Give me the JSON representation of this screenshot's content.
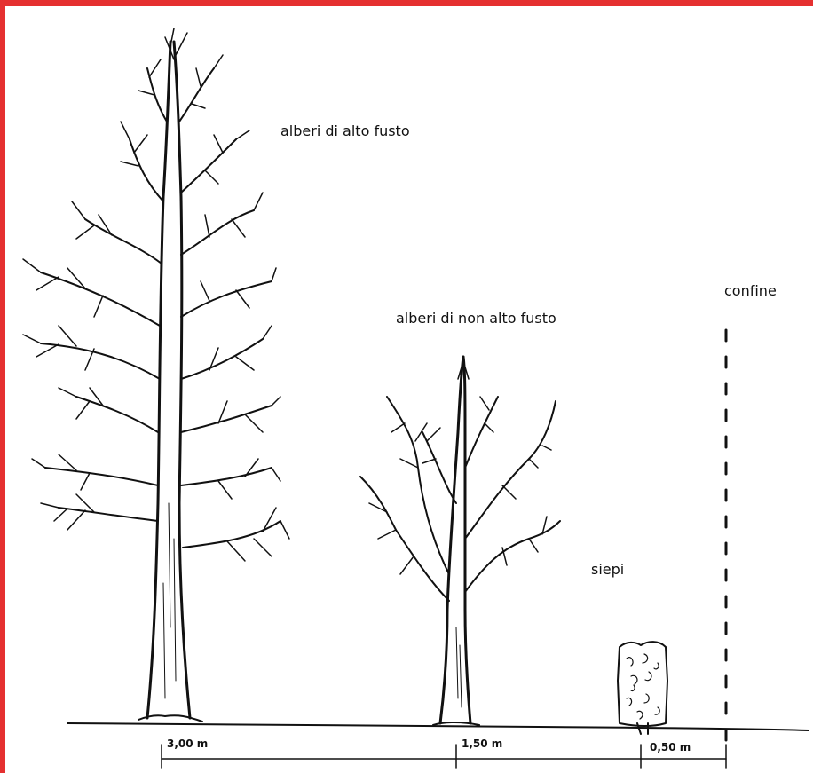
{
  "frame_color": "#e53030",
  "labels": {
    "tall_trees": "alberi di alto fusto",
    "short_trees": "alberi di non alto fusto",
    "hedges": "siepi",
    "boundary": "confine"
  },
  "distances": {
    "tall": "3,00 m",
    "short": "1,50 m",
    "hedge": "0,50 m"
  }
}
